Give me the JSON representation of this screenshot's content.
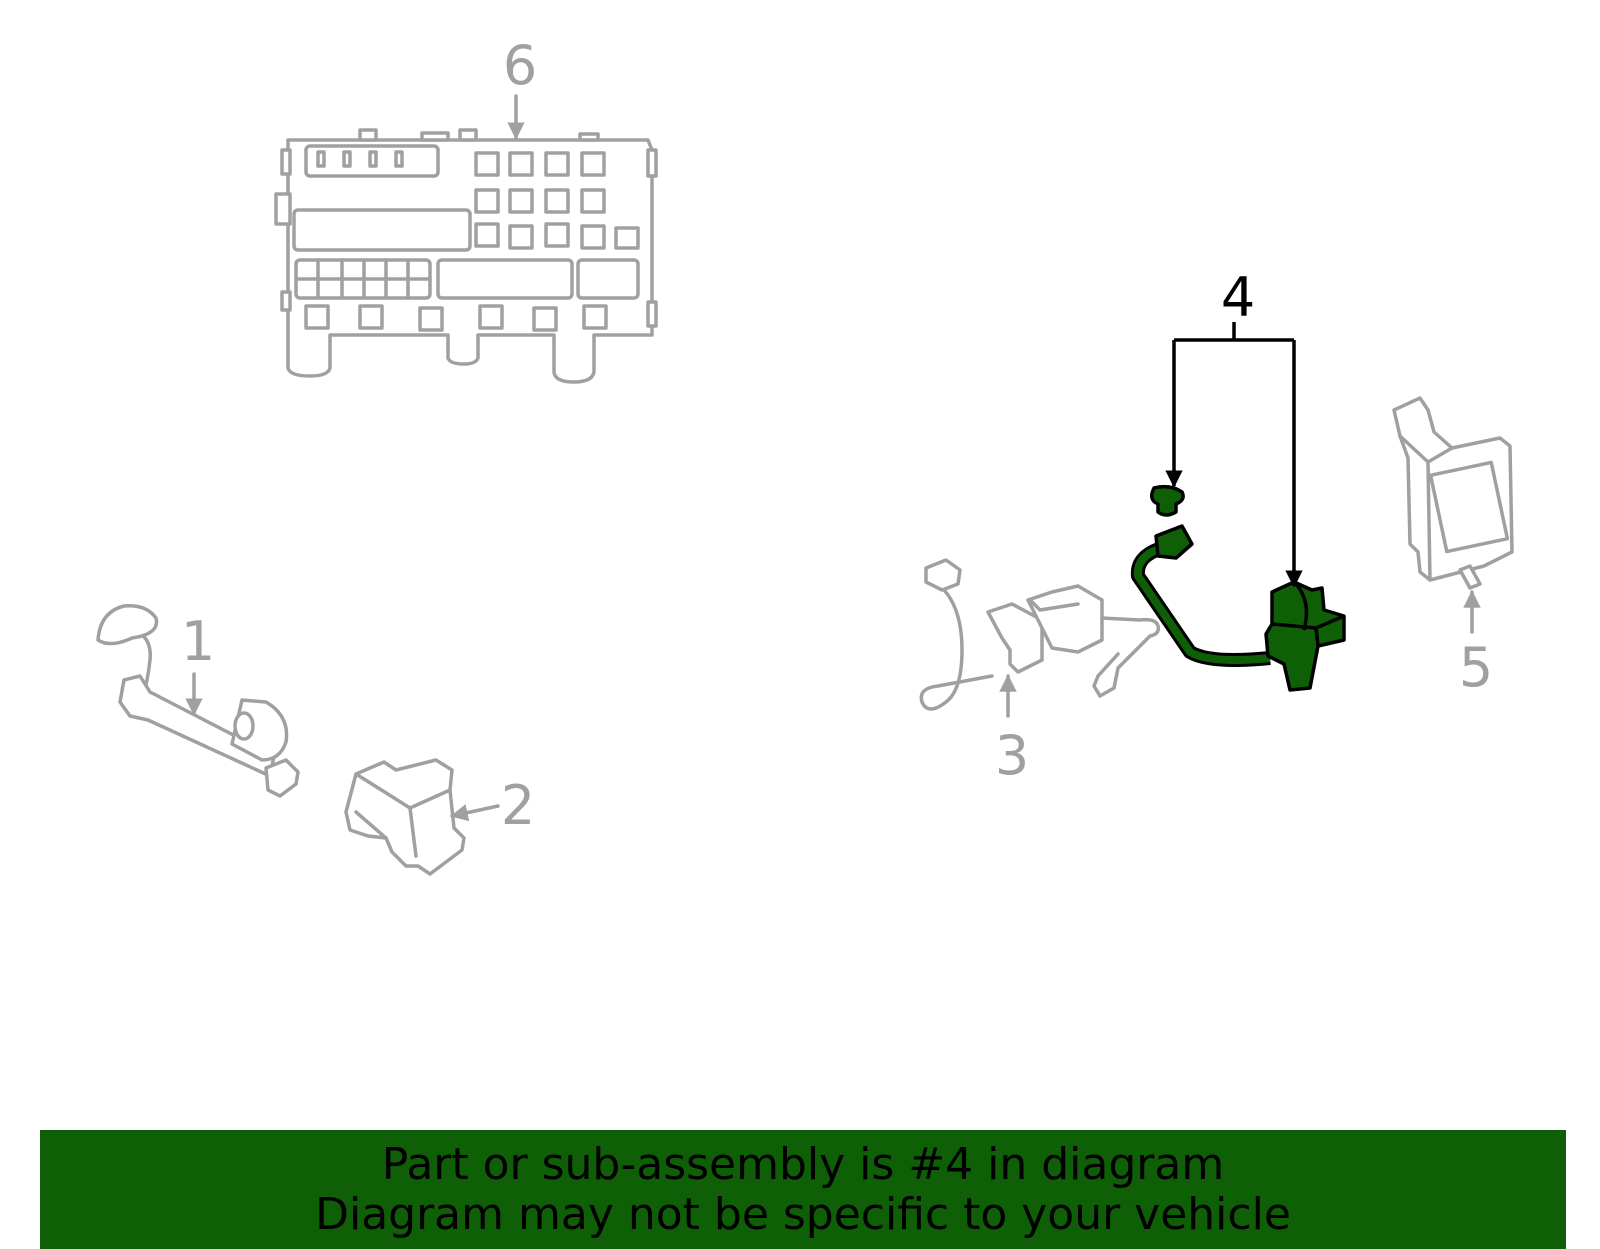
{
  "colors": {
    "highlight": "#0f5f07",
    "part_outline": "#a0a0a0",
    "highlight_outline": "#000000",
    "banner_background": "#0f5f07"
  },
  "callouts": [
    {
      "number": "1",
      "highlighted": false
    },
    {
      "number": "2",
      "highlighted": false
    },
    {
      "number": "3",
      "highlighted": false
    },
    {
      "number": "4",
      "highlighted": true
    },
    {
      "number": "5",
      "highlighted": false
    },
    {
      "number": "6",
      "highlighted": false
    }
  ],
  "banner": {
    "line1": "Part or sub-assembly is #4 in diagram",
    "line2": "Diagram may not be specific to your vehicle"
  }
}
